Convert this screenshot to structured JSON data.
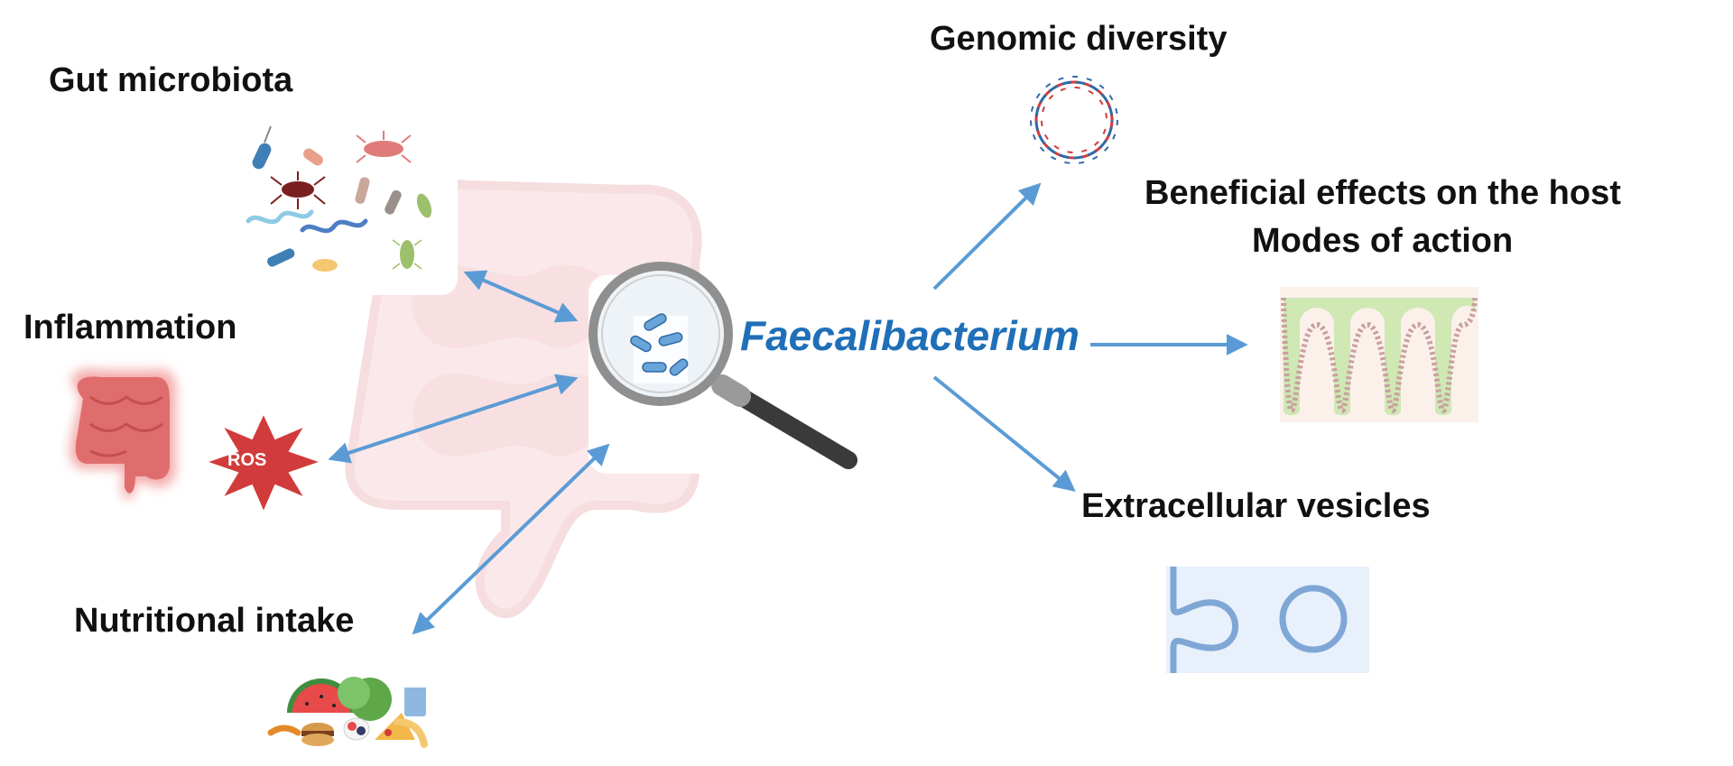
{
  "center": {
    "label": "Faecalibacterium"
  },
  "inputs": {
    "gut_microbiota": "Gut microbiota",
    "inflammation": "Inflammation",
    "ros_label": "ROS",
    "nutritional_intake": "Nutritional intake"
  },
  "outputs": {
    "genomic_diversity": "Genomic diversity",
    "beneficial_effects": "Beneficial effects on the host",
    "modes_of_action": "Modes of action",
    "extracellular_vesicles": "Extracellular vesicles"
  },
  "colors": {
    "arrow": "#5b9bd5",
    "center_text": "#1f6fb8",
    "intestine_bg": "#f6d7d9",
    "ros_star": "#d23b3b",
    "villi_fill": "#cfe8b4",
    "vesicle_bg": "#e8f0fb",
    "vesicle_stroke": "#7fa7d6"
  },
  "icons": [
    "intestine-background-icon",
    "magnifying-glass-icon",
    "bacteria-cluster-icon",
    "inflamed-colon-icon",
    "ros-star-icon",
    "food-pile-icon",
    "dna-ring-icon",
    "intestinal-villi-icon",
    "vesicle-icon"
  ]
}
